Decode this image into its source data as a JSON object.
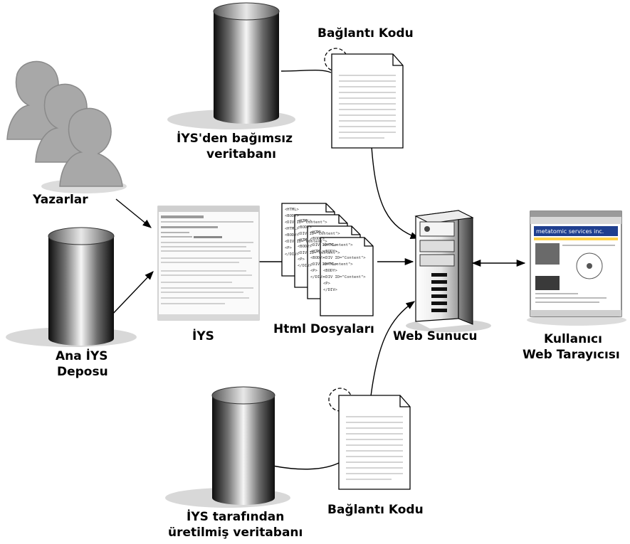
{
  "labels": {
    "top_code": "Bağlantı Kodu",
    "independent_db_line1": "İYS'den bağımsız",
    "independent_db_line2": "veritabanı",
    "authors": "Yazarlar",
    "cms": "İYS",
    "html_files": "Html Dosyaları",
    "web_server": "Web Sunucu",
    "browser_line1": "Kullanıcı",
    "browser_line2": "Web Tarayıcısı",
    "repo_line1": "Ana İYS",
    "repo_line2": "Deposu",
    "bottom_code": "Bağlantı Kodu",
    "generated_db_line1": "İYS tarafından",
    "generated_db_line2": "üretilmiş veritabanı"
  },
  "html_snippets": [
    "<HTML>",
    "<BODY>",
    "<DIV ID=\"Content\">",
    "<HTML>",
    "<BODY>",
    "<DIV ID=\"Content\">",
    "<P>",
    "</DIV>"
  ],
  "browser_page": {
    "site_title": "metatomic services inc."
  },
  "colors": {
    "db_light": "#f2f2f2",
    "db_dark": "#2a2a2a",
    "people": "#a9a9a9",
    "shadow": "#d6d6d6",
    "browser_accent": "#1f3f8f"
  }
}
